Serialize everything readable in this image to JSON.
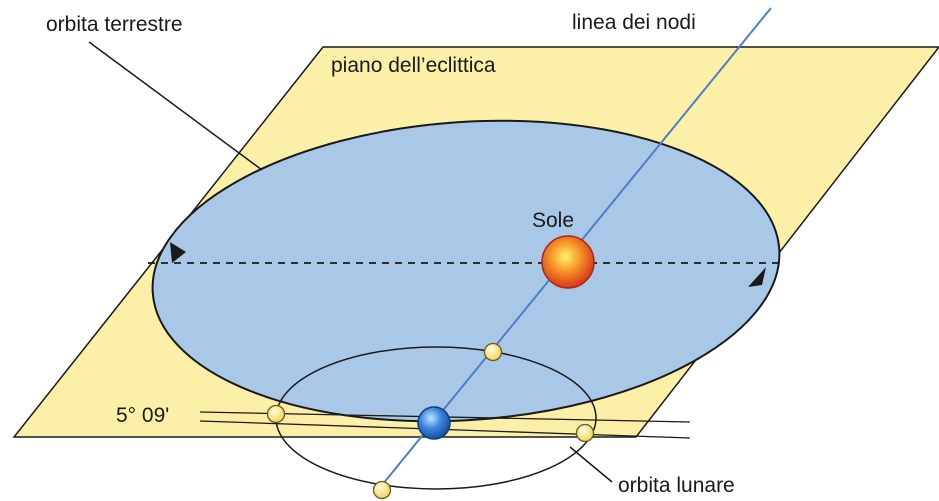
{
  "labels": {
    "earth_orbit": "orbita terrestre",
    "line_of_nodes": "linea dei nodi",
    "ecliptic_plane": "piano dell’eclittica",
    "sun": "Sole",
    "inclination": "5° 09'",
    "lunar_orbit": "orbita lunare"
  },
  "colors": {
    "ecliptic_plane_fill": "#fcf0a8",
    "earth_orbit_fill": "#a9c8e8",
    "line_of_nodes": "#4d7ec4",
    "sun": "#e8401c",
    "earth": "#2f6fd0",
    "moon_positions": "#f7e07a"
  }
}
